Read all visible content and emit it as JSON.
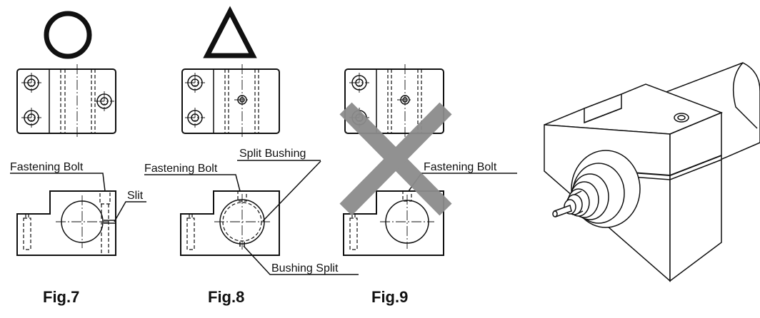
{
  "symbols": {
    "good": "circle-mark",
    "fair": "triangle-mark",
    "bad": "cross-mark",
    "cross_color": "#8c8c8c"
  },
  "labels": {
    "fig7_bolt": "Fastening  Bolt",
    "fig7_slit": "Slit",
    "fig8_bolt": "Fastening  Bolt",
    "fig8_split_bushing": "Split Bushing",
    "fig8_bushing_split": "Bushing Split",
    "fig9_bolt": "Fastening  Bolt"
  },
  "captions": {
    "fig7": "Fig.7",
    "fig8": "Fig.8",
    "fig9": "Fig.9"
  }
}
